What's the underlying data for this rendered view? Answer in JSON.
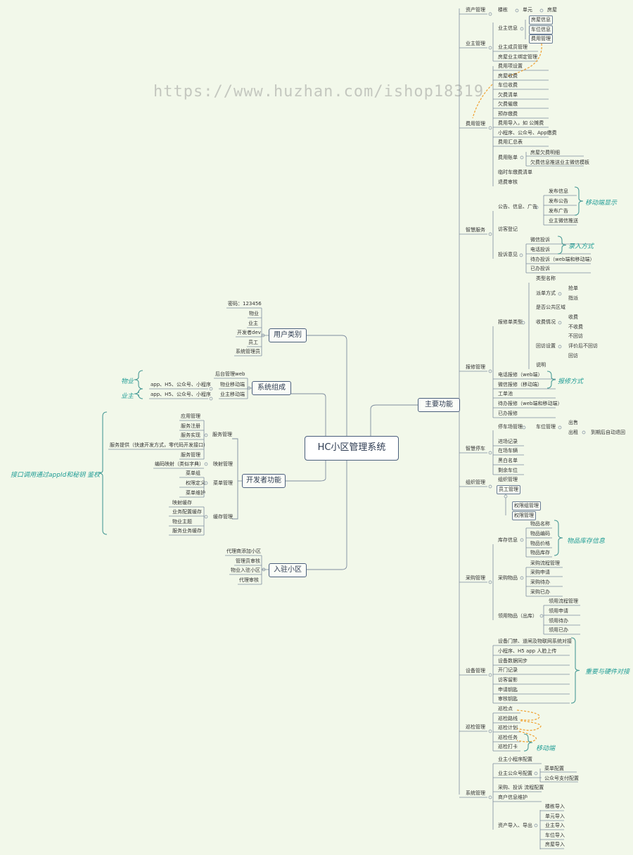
{
  "watermark": "https://www.huzhan.com/ishop18319",
  "center": "HC小区管理系统",
  "branches": {
    "main_functions": "主要功能",
    "user_types": "用户类别",
    "system_composition": "系统组成",
    "developer_functions": "开发者功能",
    "onboard": "入驻小区"
  },
  "user_types": [
    "密码：123456",
    "物业",
    "业主",
    "开发者dev",
    "员工",
    "系统管理员"
  ],
  "system_composition": {
    "items": [
      "后台管理web",
      "物业移动端",
      "业主移动端"
    ],
    "app_labels": [
      "app、H5、公众号、小程序",
      "app、H5、公众号、小程序"
    ],
    "notes": [
      "物业",
      "业主"
    ]
  },
  "developer": {
    "service_group": [
      "应用管理",
      "服务注册",
      "服务实现",
      "服务提供（快速开发方式，零代码开发接口）",
      "服务管理"
    ],
    "service_label": "服务管理",
    "mapping_item": "编码映射（类似字典）",
    "mapping_label": "映射管理",
    "menu_group": [
      "菜单组",
      "权限定义",
      "菜单维护"
    ],
    "menu_label": "菜单管理",
    "cache_group": [
      "映射缓存",
      "业务配置缓存",
      "物业主题",
      "服务业务缓存"
    ],
    "cache_label": "缓存管理",
    "note": "接口调用通过appId和秘钥 鉴权"
  },
  "onboard_items": [
    "代理商添加小区",
    "管理员审核",
    "物业入驻小区",
    "代理审核"
  ],
  "main": {
    "asset": {
      "label": "资产管理",
      "items": [
        "楼栋",
        "单元",
        "房屋"
      ]
    },
    "owner": {
      "label": "业主管理",
      "sub_label": "业主信息",
      "sub_items": [
        "房屋信息",
        "车位信息",
        "费用管理"
      ],
      "items": [
        "业主成员管理",
        "房屋业主绑定管理"
      ]
    },
    "fee": {
      "label": "费用管理",
      "items": [
        "费用项设置",
        "房屋收费",
        "车位收费",
        "欠费清单",
        "欠费催缴",
        "预存缴费",
        "费用导入，如 公摊费",
        "小程序、公众号、App缴费",
        "费用汇总表"
      ],
      "account_label": "费用账单",
      "account_items": [
        "房屋欠费明细",
        "欠费信息推送业主微信模板"
      ],
      "tail": [
        "临时车缴费清单",
        "退费审核"
      ]
    },
    "smart": {
      "label": "智慧服务",
      "notice_label": "公告、信息、广告",
      "notice_items": [
        "发布信息",
        "发布公告",
        "发布广告",
        "业主微信推送"
      ],
      "notice_note": "移动端显示",
      "visitor": "访客登记",
      "complaint_label": "投诉意见",
      "complaint_items": [
        "微信投诉",
        "电话投诉",
        "待办投诉（web端和移动端）",
        "已办投诉"
      ],
      "complaint_note": "录入方式"
    },
    "repair": {
      "label": "报修管理",
      "type_label": "报修单类型",
      "type_items": [
        "类型名称"
      ],
      "dispatch_label": "派单方式",
      "dispatch_items": [
        "抢单",
        "指派"
      ],
      "public": "是否公共区域",
      "charge_label": "收费情况",
      "charge_items": [
        "收费",
        "不收费"
      ],
      "revisit_label": "回访设置",
      "revisit_items": [
        "不回访",
        "评价后不回访",
        "回访"
      ],
      "desc": "说明",
      "items": [
        "电话报修（web端）",
        "微信报修（移动端）",
        "工单池",
        "待办报修（web端和移动端）",
        "已办报修"
      ],
      "note": "报修方式"
    },
    "parking": {
      "label": "智慧停车",
      "area_label": "停车场管理",
      "lot_label": "车位管理",
      "lot_items": [
        "出售",
        "出租"
      ],
      "lot_extra": "到期后自动退回",
      "items": [
        "进场记录",
        "在场车辆",
        "黑白名单",
        "剩余车位"
      ]
    },
    "org": {
      "label": "组织管理",
      "items": [
        "组织管理",
        "员工管理"
      ],
      "sub": [
        "权限组管理",
        "权限管理"
      ]
    },
    "purchase": {
      "label": "采购管理",
      "stock_label": "库存信息",
      "stock_items": [
        "物品名称",
        "物品编码",
        "物品价格",
        "物品库存"
      ],
      "stock_note": "物品库存信息",
      "buy_label": "采购物品",
      "buy_items": [
        "采购流程管理",
        "采购申请",
        "采购待办",
        "采购已办"
      ],
      "use_label": "领用物品（出库）",
      "use_items": [
        "领用流程管理",
        "领用申请",
        "领用待办",
        "领用已办"
      ]
    },
    "device": {
      "label": "设备管理",
      "items": [
        "设备门禁、道闸及物联网系统对接",
        "小程序、H5 app 人脸上传",
        "设备数据同步",
        "开门记录",
        "访客留影",
        "申请钥匙",
        "审核钥匙"
      ],
      "note": "重要与硬件对接"
    },
    "patrol": {
      "label": "巡检管理",
      "items": [
        "巡检点",
        "巡检路线",
        "巡检计划",
        "巡检任务",
        "巡检打卡"
      ],
      "note": "移动端"
    },
    "system": {
      "label": "系统管理",
      "items": [
        "业主小程序配置",
        "业主公众号配置",
        "采购、投诉 流程配置",
        "商户信息维护"
      ],
      "wx_items": [
        "菜单配置",
        "公众号支付配置"
      ],
      "data_label": "资产导入、导出",
      "data_items": [
        "楼栋导入",
        "单元导入",
        "业主导入",
        "车位导入",
        "房屋导入"
      ]
    }
  }
}
